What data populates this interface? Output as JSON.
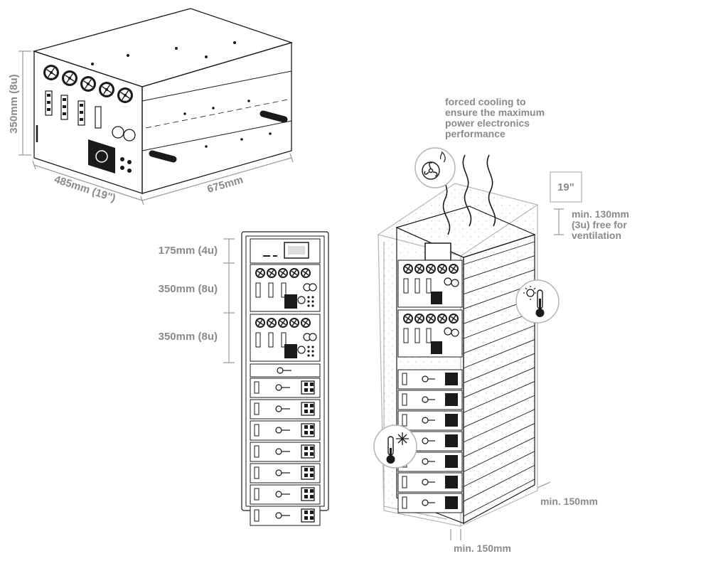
{
  "unit_view": {
    "height_label": "350mm (8u)",
    "width_label": "485mm (19\")",
    "depth_label": "675mm"
  },
  "rack_front": {
    "labels": [
      "175mm (4u)",
      "350mm (8u)",
      "350mm (8u)"
    ],
    "battery_module_count": 7
  },
  "rack_iso": {
    "cooling_note": [
      "forced cooling to",
      "ensure the maximum",
      "power electronics",
      "performance"
    ],
    "rack_width_label": "19\"",
    "top_clearance": [
      "min. 130mm",
      "(3u) free for",
      "ventilation"
    ],
    "side_clearance_label": "min. 150mm",
    "front_clearance_label": "min. 150mm"
  },
  "colors": {
    "line": "#1a1a1a",
    "label": "#8a8a8a",
    "accent_grey": "#b5b5b5"
  }
}
